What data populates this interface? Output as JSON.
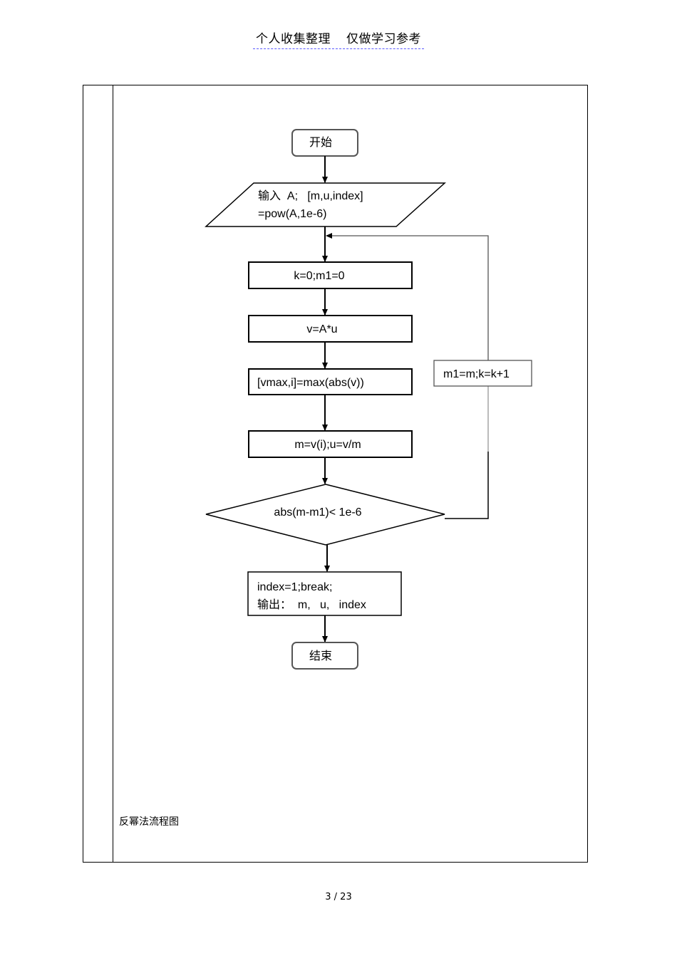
{
  "header": {
    "left": "个人收集整理",
    "right": "仅做学习参考"
  },
  "flowchart": {
    "start": "开始",
    "input_line1": "输入  A;   [m,u,index]",
    "input_line2": "=pow(A,1e-6)",
    "init": "k=0;m1=0",
    "step_v": "v=A*u",
    "step_max": "[vmax,i]=max(abs(v))",
    "step_mu": "m=v(i);u=v/m",
    "condition": "abs(m-m1)< 1e-6",
    "loop_update": "m1=m;k=k+1",
    "result_line1": "index=1;break;",
    "result_line2": "输出：  m,   u,   index",
    "end": "结束"
  },
  "caption": "反幂法流程图",
  "page_number": "3 / 23"
}
